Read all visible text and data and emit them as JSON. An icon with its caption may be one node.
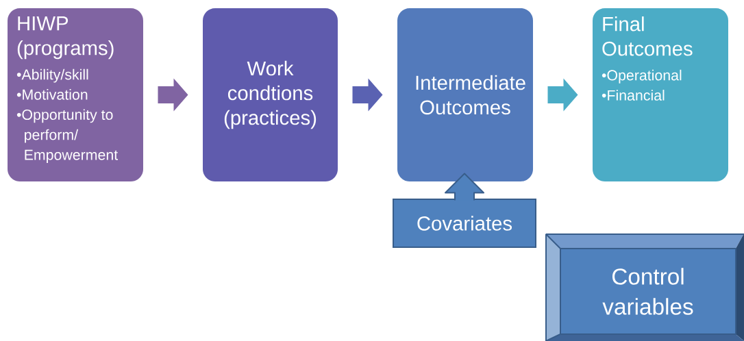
{
  "diagram": {
    "nodes": [
      {
        "text": [
          "HIWP (programs)",
          "•Ability/skill",
          "•Motivation",
          "•Opportunity to perform/ Empowerment"
        ]
      },
      {
        "text": [
          "Work condtions (practices)"
        ]
      },
      {
        "text": [
          "Intermediate Outcomes"
        ]
      },
      {
        "text": [
          "Final Outcomes",
          "•Operational",
          "•Financial"
        ]
      },
      {
        "text": [
          "Covariates"
        ]
      },
      {
        "text": [
          "Control variables"
        ]
      }
    ],
    "edges": [
      {
        "from": 0,
        "to": 1,
        "arrow": "to",
        "color": "#8064a2"
      },
      {
        "from": 1,
        "to": 2,
        "arrow": "to",
        "color": "#5a62b2"
      },
      {
        "from": 2,
        "to": 3,
        "arrow": "to",
        "color": "#4bacc6"
      },
      {
        "from": 4,
        "to": 2,
        "arrow": "to",
        "color": "#4f81bd"
      }
    ]
  }
}
